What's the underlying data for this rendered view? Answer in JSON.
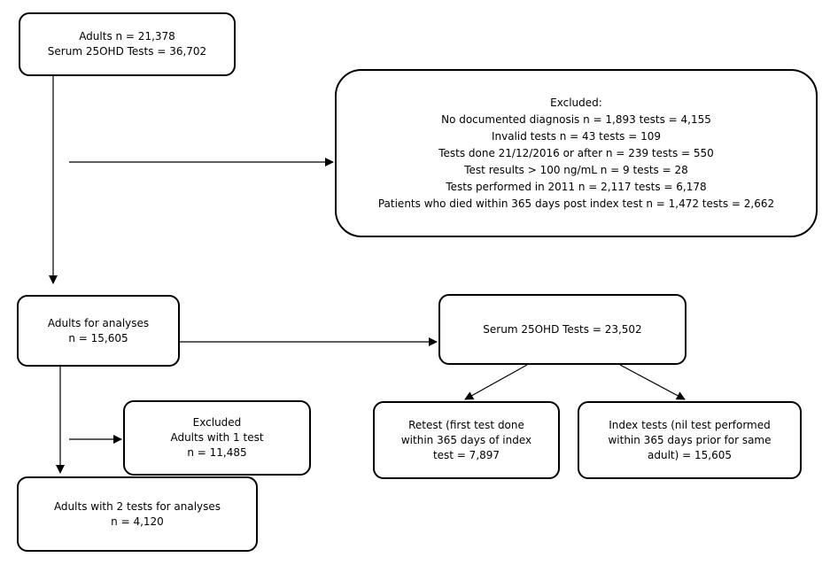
{
  "boxes": {
    "start": {
      "lines": [
        "Adults   n = 21,378",
        "Serum 25OHD Tests = 36,702"
      ]
    },
    "excluded_main": {
      "lines": [
        "Excluded:",
        "No documented diagnosis   n = 1,893   tests = 4,155",
        "Invalid tests   n = 43   tests = 109",
        "Tests done 21/12/2016 or after   n = 239   tests = 550",
        "Test results > 100 ng/mL   n = 9   tests = 28",
        "Tests performed in 2011   n = 2,117    tests = 6,178",
        "Patients who died within 365 days post index test   n = 1,472   tests = 2,662"
      ]
    },
    "adults_analyses": {
      "lines": [
        "Adults for analyses",
        "n = 15,605"
      ]
    },
    "serum_tests": {
      "lines": [
        "Serum 25OHD Tests = 23,502"
      ]
    },
    "excluded_one_test": {
      "lines": [
        "Excluded",
        "Adults with 1 test",
        "n = 11,485"
      ]
    },
    "retest": {
      "lines": [
        "Retest (first test done",
        "within 365 days of index",
        "test = 7,897"
      ]
    },
    "index_tests": {
      "lines": [
        "Index tests (nil test performed",
        "within 365 days prior for same",
        "adult) = 15,605"
      ]
    },
    "two_tests": {
      "lines": [
        "Adults with 2 tests for analyses",
        "n = 4,120"
      ]
    }
  }
}
